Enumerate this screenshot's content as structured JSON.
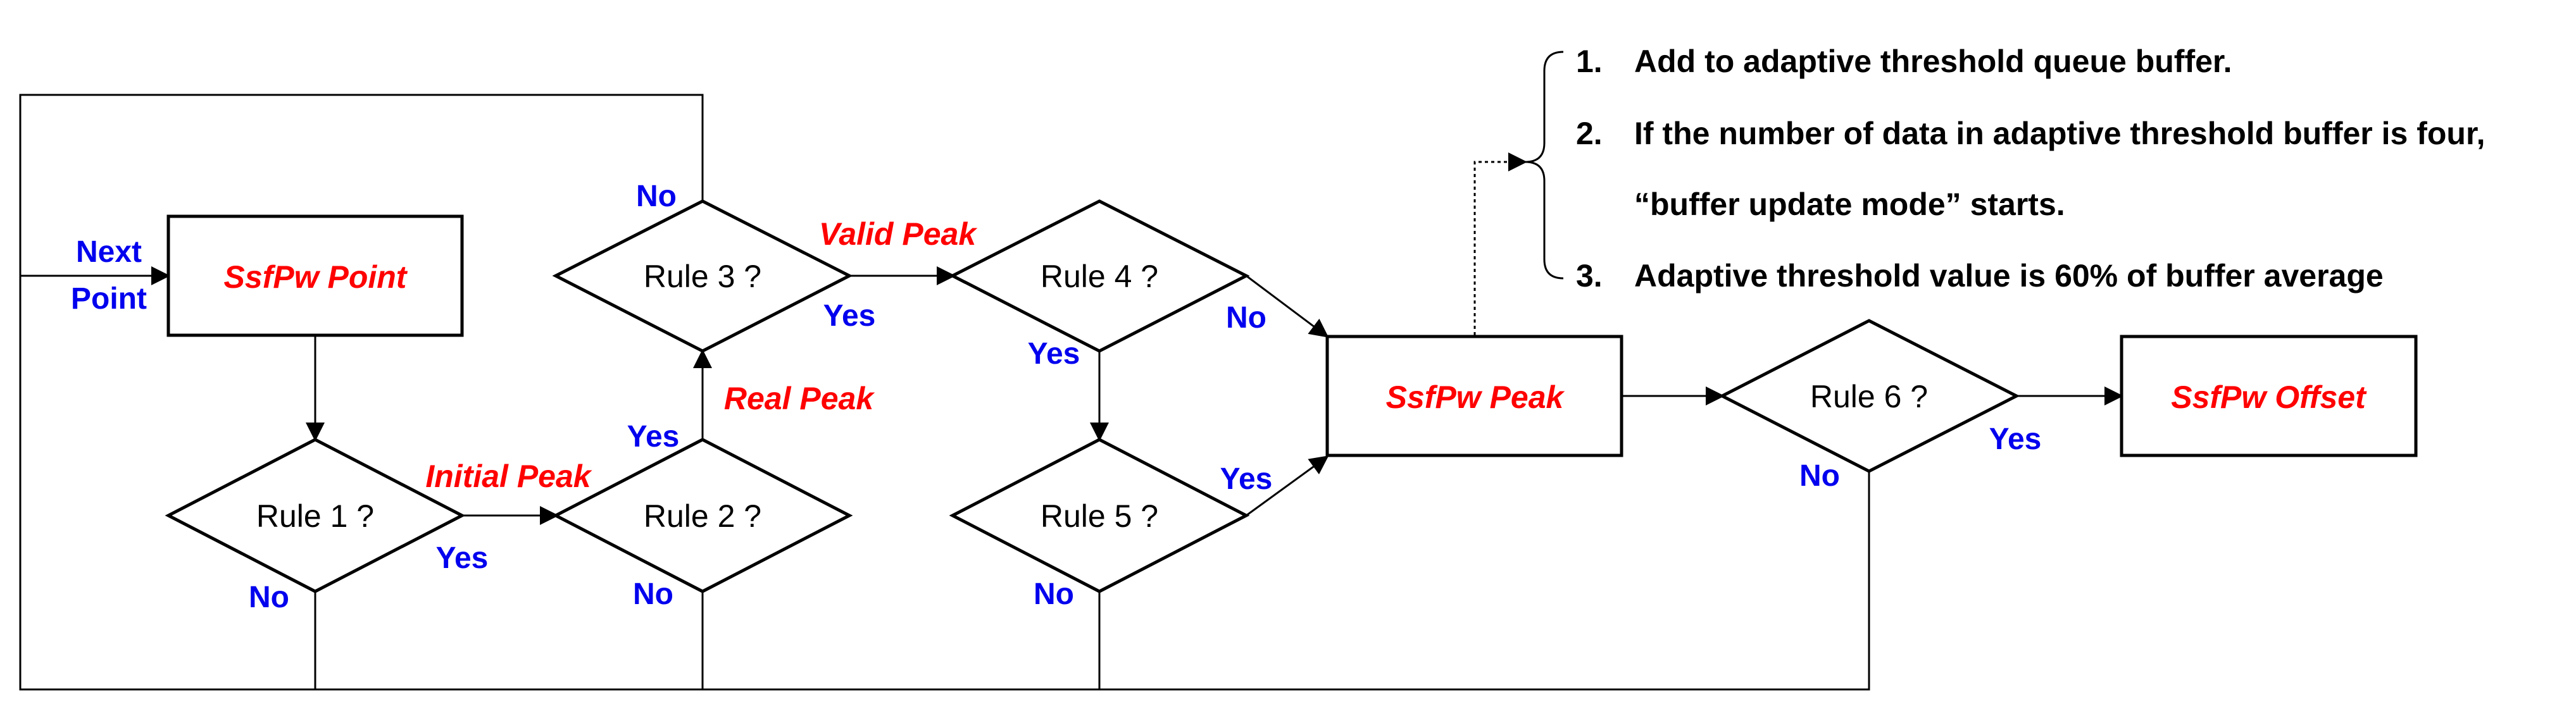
{
  "nodes": {
    "point": "SsfPw Point",
    "peak": "SsfPw Peak",
    "offset": "SsfPw Offset",
    "rule1": "Rule 1 ?",
    "rule2": "Rule 2 ?",
    "rule3": "Rule 3 ?",
    "rule4": "Rule 4 ?",
    "rule5": "Rule 5 ?",
    "rule6": "Rule 6 ?"
  },
  "entry": {
    "line1": "Next",
    "line2": "Point"
  },
  "edge_labels": {
    "initial_peak": "Initial Peak",
    "real_peak": "Real Peak",
    "valid_peak": "Valid Peak",
    "yes": "Yes",
    "no": "No"
  },
  "notes": {
    "item1_num": "1.",
    "item1": "Add to adaptive threshold queue buffer.",
    "item2_num": "2.",
    "item2a": "If the number of data in adaptive threshold buffer is four,",
    "item2b": "“buffer update mode” starts.",
    "item3_num": "3.",
    "item3": "Adaptive threshold value is 60% of buffer average"
  },
  "colors": {
    "node_text": "#ff0000",
    "decision_labels": "#0000ee",
    "lines": "#000000"
  }
}
